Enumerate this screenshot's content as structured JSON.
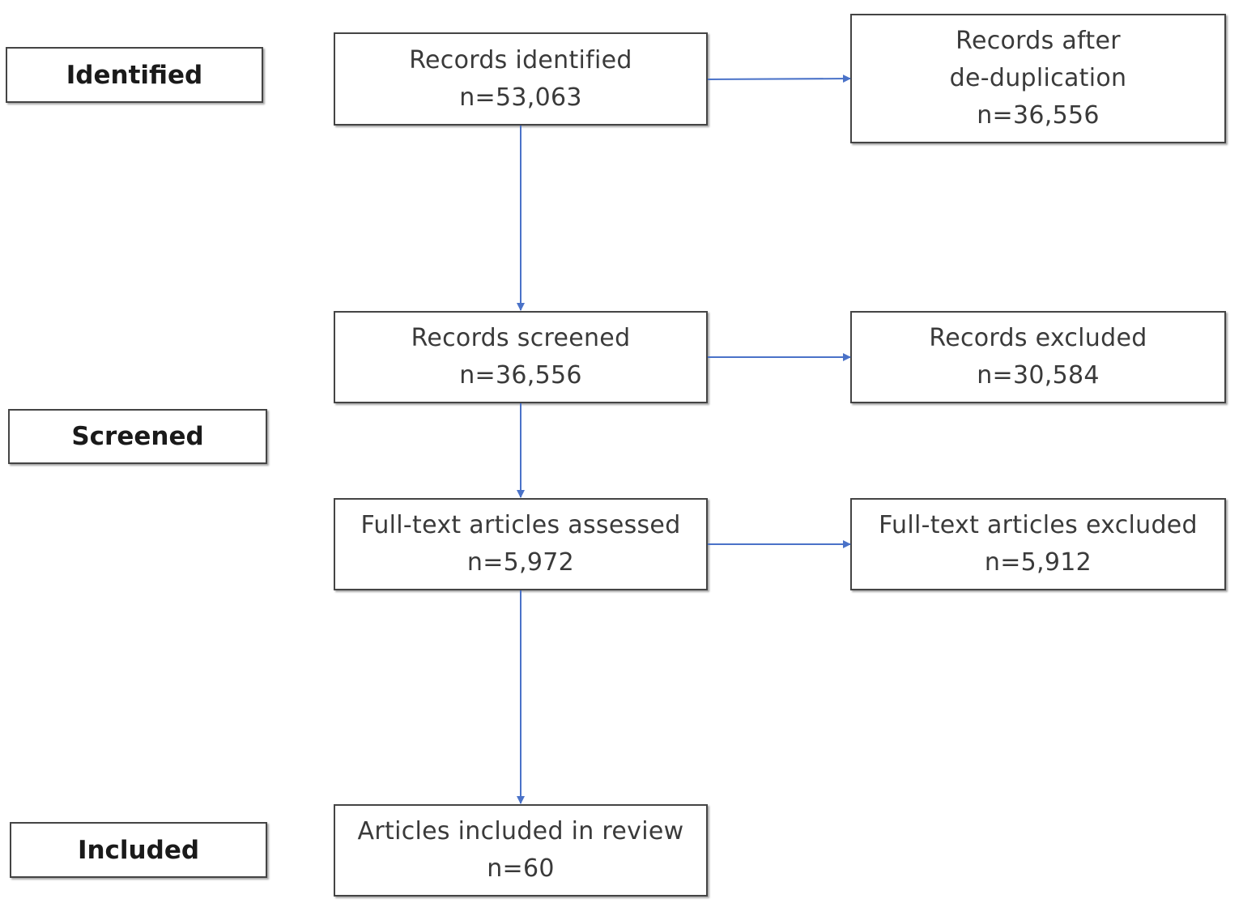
{
  "stages": {
    "identified": "Identified",
    "screened": "Screened",
    "included": "Included"
  },
  "nodes": {
    "records_identified": {
      "label": "Records identified",
      "count": "n=53,063"
    },
    "records_after_dedup": {
      "label_1": "Records after",
      "label_2": "de-duplication",
      "count": "n=36,556"
    },
    "records_screened": {
      "label": "Records screened",
      "count": "n=36,556"
    },
    "records_excluded": {
      "label": "Records excluded",
      "count": "n=30,584"
    },
    "fulltext_assessed": {
      "label": "Full-text articles assessed",
      "count": "n=5,972"
    },
    "fulltext_excluded": {
      "label": "Full-text articles excluded",
      "count": "n=5,912"
    },
    "articles_included": {
      "label": "Articles included in review",
      "count": "n=60"
    }
  },
  "colors": {
    "arrow": "#4a72c8",
    "border": "#444444"
  }
}
